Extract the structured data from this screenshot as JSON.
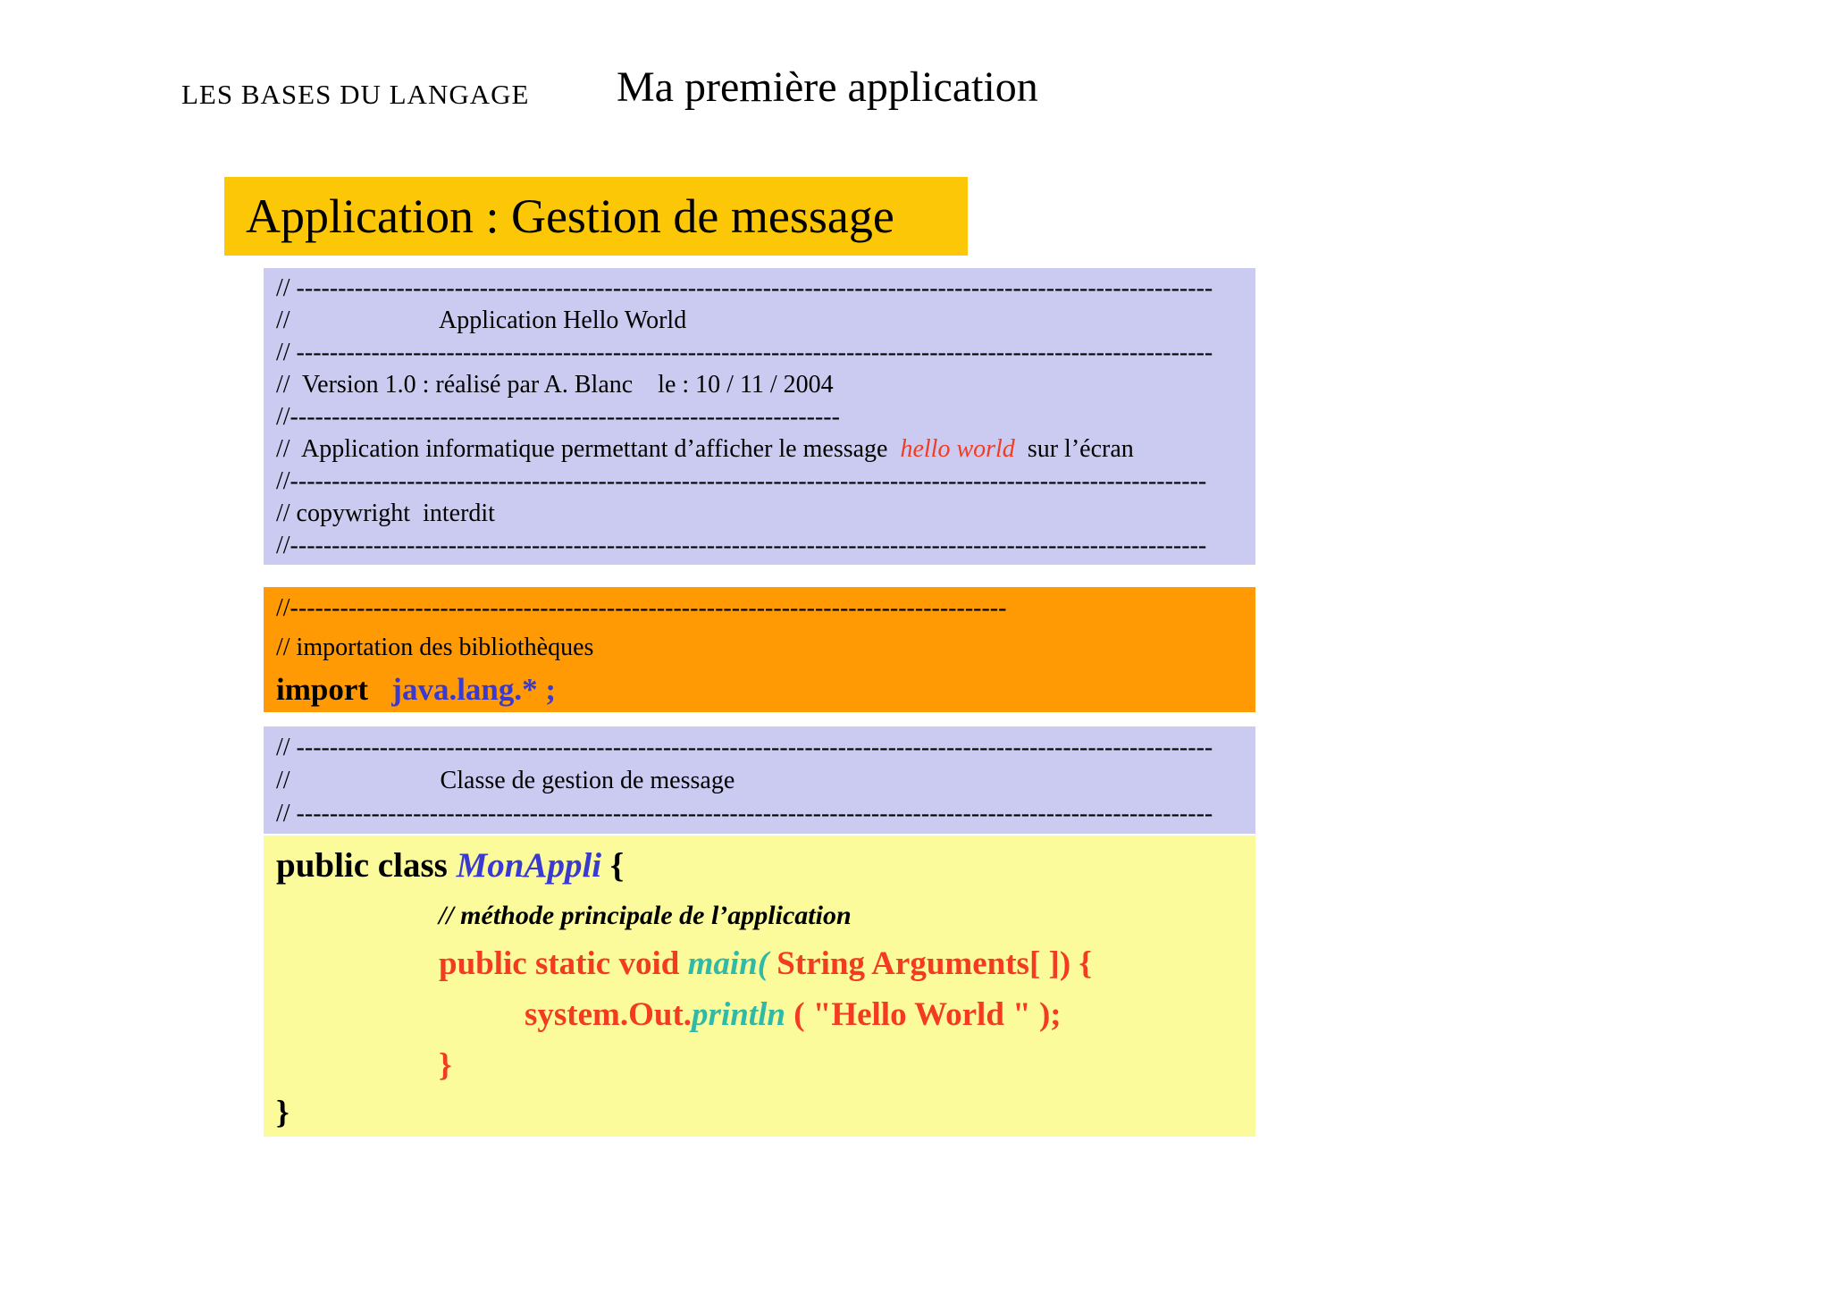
{
  "header": {
    "eyebrow": "LES BASES DU LANGAGE",
    "title": "Ma première application",
    "banner": "Application : Gestion de message"
  },
  "colors": {
    "banner_bg": "#fcc707",
    "comment_bg": "#cbcbf2",
    "import_bg": "#ff9a05",
    "code_bg": "#fbfb9c",
    "black": "#000000",
    "red": "#f23b21",
    "blue": "#3a3ad0",
    "teal": "#2fb9a6"
  },
  "code_blocks": [
    {
      "name": "header-comment-block",
      "bg": "comment_bg",
      "css": "b-comment1",
      "lines": [
        {
          "segments": [
            {
              "text": "// --------------------------------------------------------------------------------------------------------------"
            }
          ]
        },
        {
          "segments": [
            {
              "text": "//                        Application Hello World"
            }
          ]
        },
        {
          "segments": [
            {
              "text": "// --------------------------------------------------------------------------------------------------------------"
            }
          ]
        },
        {
          "segments": [
            {
              "text": "//  Version 1.0 : réalisé par A. Blanc    le : 10 / 11 / 2004"
            }
          ]
        },
        {
          "segments": [
            {
              "text": "//------------------------------------------------------------------"
            }
          ]
        },
        {
          "segments": [
            {
              "text": "//  Application informatique permettant d’afficher le message  "
            },
            {
              "text": "hello world",
              "color": "red",
              "italic": true
            },
            {
              "text": "  sur l’écran"
            }
          ]
        },
        {
          "segments": [
            {
              "text": "//--------------------------------------------------------------------------------------------------------------"
            }
          ]
        },
        {
          "segments": [
            {
              "text": "// copywright  interdit"
            }
          ]
        },
        {
          "segments": [
            {
              "text": "//--------------------------------------------------------------------------------------------------------------"
            }
          ]
        }
      ]
    },
    {
      "name": "import-block",
      "bg": "import_bg",
      "css": "b-import",
      "lines": [
        {
          "kind": "dash",
          "segments": [
            {
              "text": "//--------------------------------------------------------------------------------------"
            }
          ]
        },
        {
          "kind": "c",
          "segments": [
            {
              "text": "// importation des bibliothèques"
            }
          ]
        },
        {
          "kind": "import",
          "segments": [
            {
              "text": "import",
              "bold": true
            },
            {
              "text": "   java.lang.* ;",
              "color": "blue",
              "bold": true
            }
          ]
        }
      ]
    },
    {
      "name": "class-comment-block",
      "bg": "comment_bg",
      "css": "b-comment2",
      "lines": [
        {
          "segments": [
            {
              "text": "// --------------------------------------------------------------------------------------------------------------"
            }
          ]
        },
        {
          "segments": [
            {
              "text": "//                        Classe de gestion de message"
            }
          ]
        },
        {
          "segments": [
            {
              "text": "// --------------------------------------------------------------------------------------------------------------"
            }
          ]
        }
      ]
    },
    {
      "name": "class-code-block",
      "bg": "code_bg",
      "css": "b-code",
      "lines": [
        {
          "kind": "class",
          "segments": [
            {
              "text": "public class "
            },
            {
              "text": "MonAppli ",
              "color": "blue",
              "italic": true
            },
            {
              "text": "{"
            }
          ]
        },
        {
          "kind": "comment",
          "segments": [
            {
              "text": "// méthode principale de l’application",
              "italic": true
            }
          ]
        },
        {
          "kind": "main",
          "segments": [
            {
              "text": "public static void ",
              "color": "red"
            },
            {
              "text": "main(",
              "color": "teal",
              "italic": true
            },
            {
              "text": " String Arguments[ ]) {",
              "color": "red"
            }
          ]
        },
        {
          "kind": "print",
          "segments": [
            {
              "text": "system.Out.",
              "color": "red"
            },
            {
              "text": "println",
              "color": "teal",
              "italic": true
            },
            {
              "text": " ( \"Hello World \" );",
              "color": "red"
            }
          ]
        },
        {
          "kind": "brace1",
          "segments": [
            {
              "text": "}",
              "color": "red"
            }
          ]
        },
        {
          "kind": "brace0",
          "segments": [
            {
              "text": "}"
            }
          ]
        }
      ]
    }
  ]
}
